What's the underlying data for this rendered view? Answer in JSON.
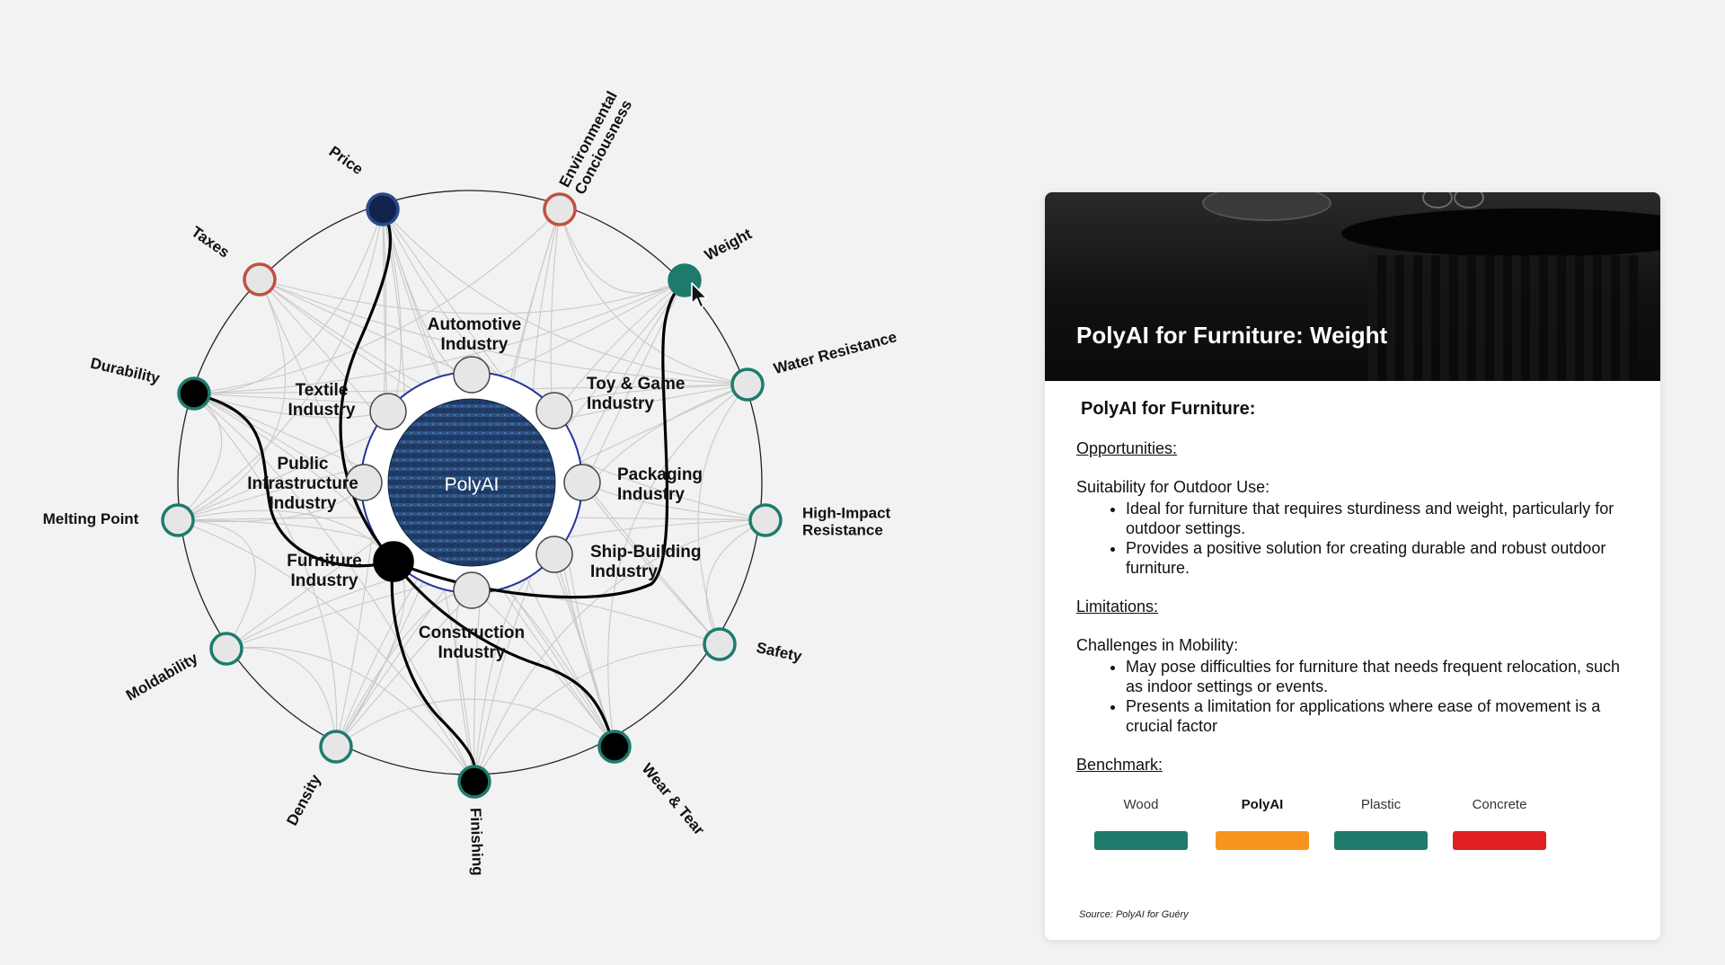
{
  "diagram": {
    "hub_label": "PolyAI",
    "nodes": [
      {
        "name": "price",
        "label": "Price",
        "style": "navy"
      },
      {
        "name": "environmental",
        "label": "Environmental\nConciousness",
        "style": "red-outline"
      },
      {
        "name": "weight",
        "label": "Weight",
        "style": "teal-filled"
      },
      {
        "name": "water",
        "label": "Water Resistance",
        "style": "teal-outline"
      },
      {
        "name": "impact",
        "label": "High-Impact\nResistance",
        "style": "teal-outline"
      },
      {
        "name": "safety",
        "label": "Safety",
        "style": "teal-outline"
      },
      {
        "name": "wear",
        "label": "Wear & Tear",
        "style": "black-teal"
      },
      {
        "name": "finishing",
        "label": "Finishing",
        "style": "black-teal"
      },
      {
        "name": "density",
        "label": "Density",
        "style": "teal-outline"
      },
      {
        "name": "moldability",
        "label": "Moldability",
        "style": "teal-outline"
      },
      {
        "name": "melting",
        "label": "Melting Point",
        "style": "teal-outline"
      },
      {
        "name": "durability",
        "label": "Durability",
        "style": "black-teal"
      },
      {
        "name": "taxes",
        "label": "Taxes",
        "style": "red-outline"
      }
    ],
    "industries": [
      {
        "name": "automotive",
        "label": "Automotive\nIndustry"
      },
      {
        "name": "toy-game",
        "label": "Toy & Game\nIndustry"
      },
      {
        "name": "packaging",
        "label": "Packaging\nIndustry"
      },
      {
        "name": "ship-building",
        "label": "Ship-Building\nIndustry"
      },
      {
        "name": "construction",
        "label": "Construction\nIndustry"
      },
      {
        "name": "furniture",
        "label": "Furniture\nIndustry"
      },
      {
        "name": "public-infrastructure",
        "label": "Public\nInfrastructure\nIndustry"
      },
      {
        "name": "textile",
        "label": "Textile\nIndustry"
      }
    ],
    "highlighted_links": [
      [
        "furniture",
        "price"
      ],
      [
        "furniture",
        "durability"
      ],
      [
        "furniture",
        "weight"
      ],
      [
        "furniture",
        "finishing"
      ],
      [
        "furniture",
        "wear"
      ]
    ],
    "colors": {
      "teal": "#1e7b6c",
      "red": "#c0513f",
      "navy": "#11234d",
      "ring": "#2233a0",
      "hub": "#1f3b66"
    }
  },
  "card": {
    "title": "PolyAI for Furniture: Weight",
    "subtitle": "PolyAI for Furniture:",
    "opportunities_heading": "Opportunities:",
    "opportunities_intro": "Suitability for Outdoor Use:",
    "opportunities": [
      "Ideal for furniture that requires sturdiness and weight, particularly for outdoor settings.",
      "Provides a positive solution for creating durable and robust outdoor furniture."
    ],
    "limitations_heading": "Limitations:",
    "limitations_intro": "Challenges in Mobility:",
    "limitations": [
      "May pose difficulties for furniture that needs frequent relocation, such as indoor settings or events.",
      "Presents a limitation for applications where ease of movement is a crucial factor"
    ],
    "benchmark_heading": "Benchmark:",
    "benchmark": [
      {
        "label": "Wood",
        "color": "#1e7b6c",
        "highlight": false
      },
      {
        "label": "PolyAI",
        "color": "#f7941d",
        "highlight": true
      },
      {
        "label": "Plastic",
        "color": "#1e7b6c",
        "highlight": false
      },
      {
        "label": "Concrete",
        "color": "#e02020",
        "highlight": false
      }
    ],
    "source": "Source: PolyAI for Guéry"
  }
}
